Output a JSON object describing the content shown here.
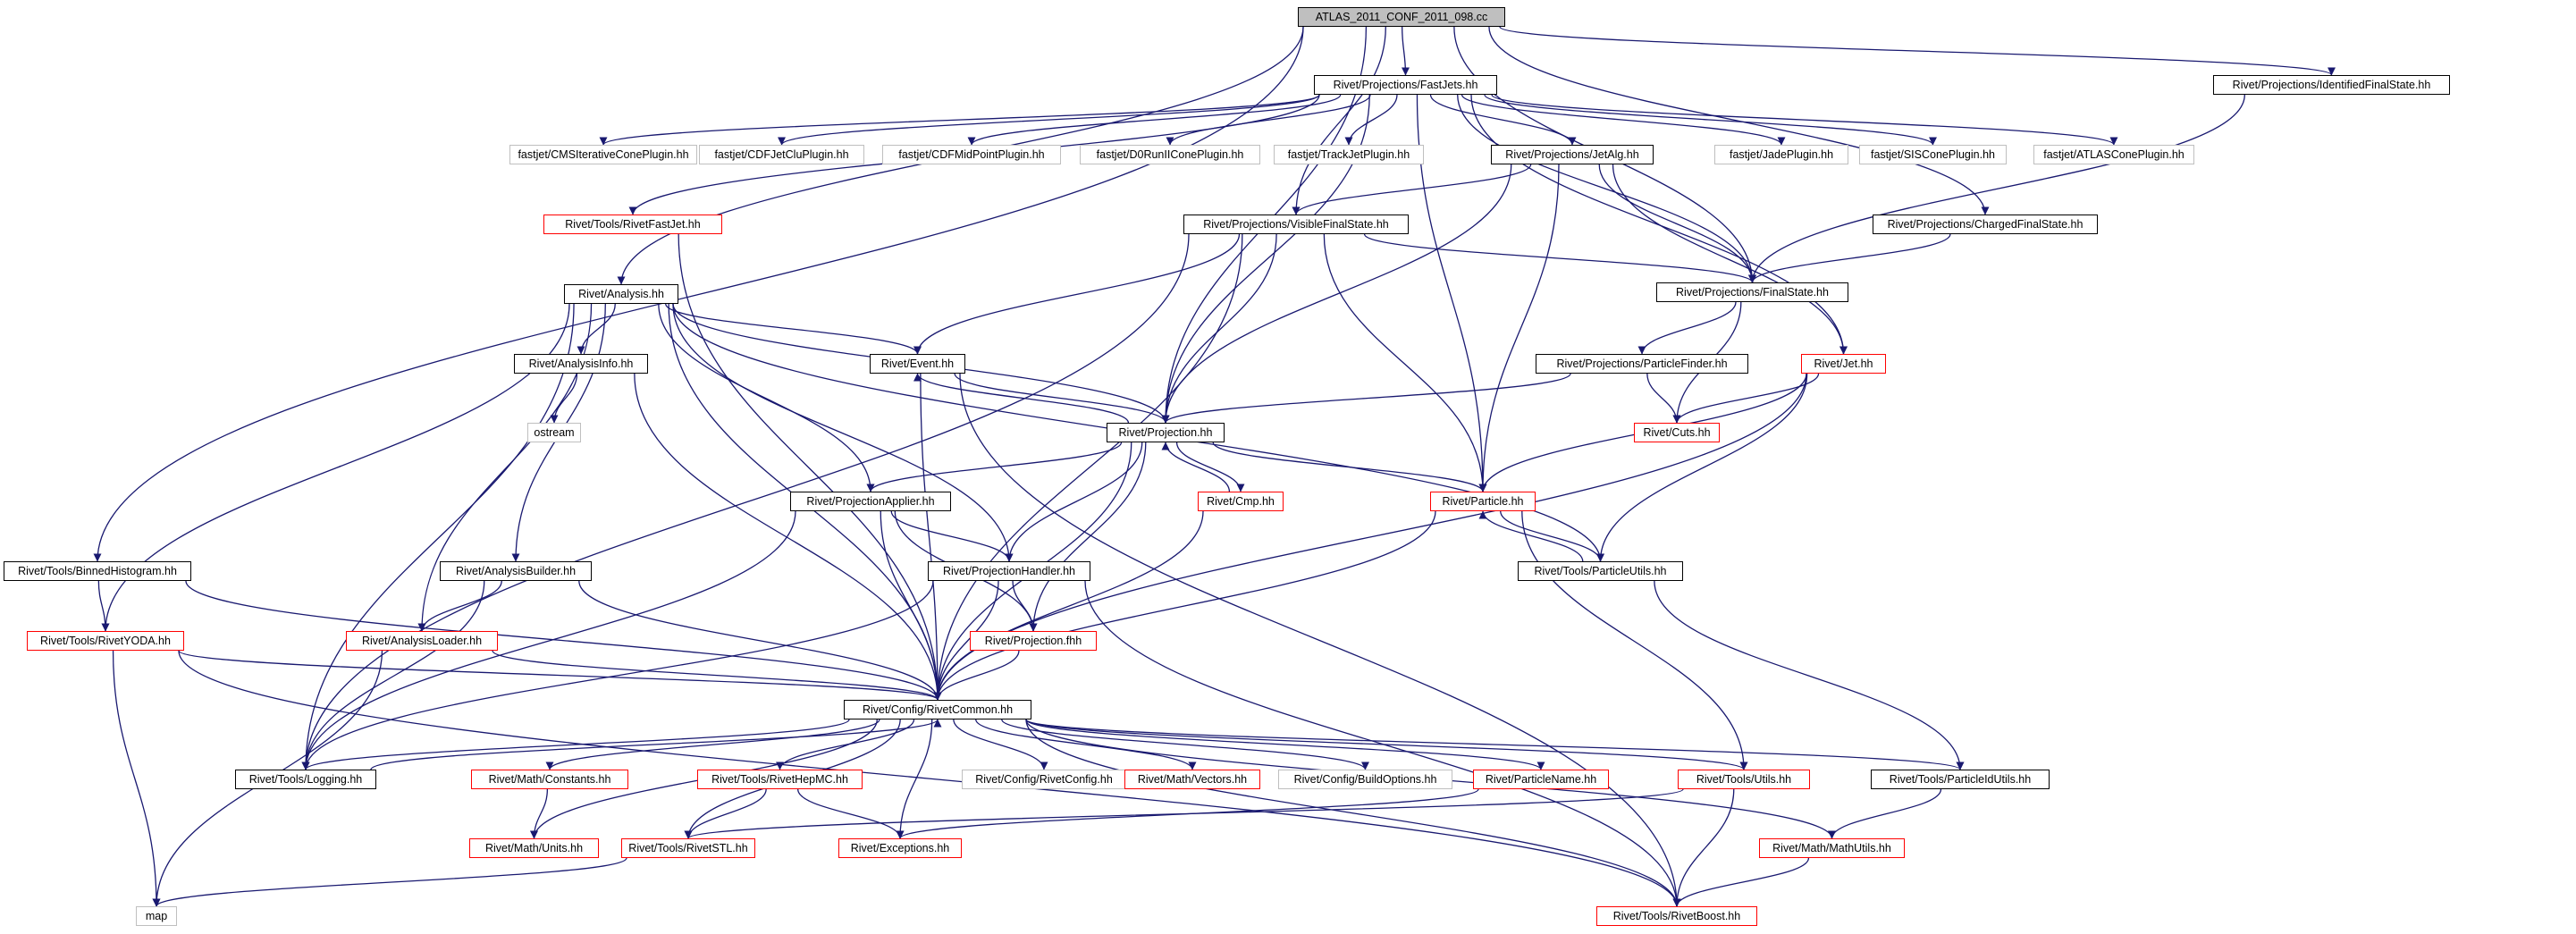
{
  "colors": {
    "edge": "#191970",
    "root_fill": "#bfbfbf",
    "border_black": "#000000",
    "border_red": "#ff0000",
    "border_gray": "#bfbfbf"
  },
  "nodes": {
    "atlas": {
      "label": "ATLAS_2011_CONF_2011_098.cc",
      "style": "root"
    },
    "fastjets": {
      "label": "Rivet/Projections/FastJets.hh",
      "style": "black"
    },
    "identfs": {
      "label": "Rivet/Projections/IdentifiedFinalState.hh",
      "style": "black"
    },
    "cms_iter": {
      "label": "fastjet/CMSIterativeConePlugin.hh",
      "style": "gray"
    },
    "cdf_jetclu": {
      "label": "fastjet/CDFJetCluPlugin.hh",
      "style": "gray"
    },
    "cdf_midpoint": {
      "label": "fastjet/CDFMidPointPlugin.hh",
      "style": "gray"
    },
    "d0run2": {
      "label": "fastjet/D0RunIIConePlugin.hh",
      "style": "gray"
    },
    "trackjet": {
      "label": "fastjet/TrackJetPlugin.hh",
      "style": "gray"
    },
    "jetalg": {
      "label": "Rivet/Projections/JetAlg.hh",
      "style": "black"
    },
    "jade": {
      "label": "fastjet/JadePlugin.hh",
      "style": "gray"
    },
    "siscone": {
      "label": "fastjet/SISConePlugin.hh",
      "style": "gray"
    },
    "atlascone": {
      "label": "fastjet/ATLASConePlugin.hh",
      "style": "gray"
    },
    "rivetfastjet": {
      "label": "Rivet/Tools/RivetFastJet.hh",
      "style": "red"
    },
    "visiblefs": {
      "label": "Rivet/Projections/VisibleFinalState.hh",
      "style": "black"
    },
    "chargedfs": {
      "label": "Rivet/Projections/ChargedFinalState.hh",
      "style": "black"
    },
    "finalstate": {
      "label": "Rivet/Projections/FinalState.hh",
      "style": "black"
    },
    "analysis": {
      "label": "Rivet/Analysis.hh",
      "style": "black"
    },
    "analysisinfo": {
      "label": "Rivet/AnalysisInfo.hh",
      "style": "black"
    },
    "event": {
      "label": "Rivet/Event.hh",
      "style": "black"
    },
    "particlefinder": {
      "label": "Rivet/Projections/ParticleFinder.hh",
      "style": "black"
    },
    "jet": {
      "label": "Rivet/Jet.hh",
      "style": "red"
    },
    "ostream": {
      "label": "ostream",
      "style": "gray"
    },
    "projection": {
      "label": "Rivet/Projection.hh",
      "style": "black"
    },
    "cuts": {
      "label": "Rivet/Cuts.hh",
      "style": "red"
    },
    "cmp": {
      "label": "Rivet/Cmp.hh",
      "style": "red"
    },
    "projapplier": {
      "label": "Rivet/ProjectionApplier.hh",
      "style": "black"
    },
    "particle": {
      "label": "Rivet/Particle.hh",
      "style": "red"
    },
    "binnedhisto": {
      "label": "Rivet/Tools/BinnedHistogram.hh",
      "style": "black"
    },
    "analysisbuilder": {
      "label": "Rivet/AnalysisBuilder.hh",
      "style": "black"
    },
    "projhandler": {
      "label": "Rivet/ProjectionHandler.hh",
      "style": "black"
    },
    "particleutils": {
      "label": "Rivet/Tools/ParticleUtils.hh",
      "style": "black"
    },
    "rivetyoda": {
      "label": "Rivet/Tools/RivetYODA.hh",
      "style": "red"
    },
    "analysisloader": {
      "label": "Rivet/AnalysisLoader.hh",
      "style": "red"
    },
    "projfhh": {
      "label": "Rivet/Projection.fhh",
      "style": "red"
    },
    "rivetcommon": {
      "label": "Rivet/Config/RivetCommon.hh",
      "style": "black"
    },
    "logging": {
      "label": "Rivet/Tools/Logging.hh",
      "style": "black"
    },
    "constants": {
      "label": "Rivet/Math/Constants.hh",
      "style": "red"
    },
    "rivethepmc": {
      "label": "Rivet/Tools/RivetHepMC.hh",
      "style": "red"
    },
    "rivetconfig": {
      "label": "Rivet/Config/RivetConfig.hh",
      "style": "gray"
    },
    "vectors": {
      "label": "Rivet/Math/Vectors.hh",
      "style": "red"
    },
    "buildoptions": {
      "label": "Rivet/Config/BuildOptions.hh",
      "style": "gray"
    },
    "particlename": {
      "label": "Rivet/ParticleName.hh",
      "style": "red"
    },
    "utils": {
      "label": "Rivet/Tools/Utils.hh",
      "style": "red"
    },
    "particleidutils": {
      "label": "Rivet/Tools/ParticleIdUtils.hh",
      "style": "black"
    },
    "units": {
      "label": "Rivet/Math/Units.hh",
      "style": "red"
    },
    "rivetstl": {
      "label": "Rivet/Tools/RivetSTL.hh",
      "style": "red"
    },
    "exceptions": {
      "label": "Rivet/Exceptions.hh",
      "style": "red"
    },
    "mathutils": {
      "label": "Rivet/Math/MathUtils.hh",
      "style": "red"
    },
    "map": {
      "label": "map",
      "style": "gray"
    },
    "rivetboost": {
      "label": "Rivet/Tools/RivetBoost.hh",
      "style": "red"
    }
  },
  "edges": [
    [
      "atlas",
      "fastjets"
    ],
    [
      "atlas",
      "identfs"
    ],
    [
      "atlas",
      "binnedhisto"
    ],
    [
      "atlas",
      "analysis"
    ],
    [
      "atlas",
      "projection"
    ],
    [
      "atlas",
      "finalstate"
    ],
    [
      "atlas",
      "chargedfs"
    ],
    [
      "atlas",
      "visiblefs"
    ],
    [
      "fastjets",
      "cms_iter"
    ],
    [
      "fastjets",
      "cdf_jetclu"
    ],
    [
      "fastjets",
      "cdf_midpoint"
    ],
    [
      "fastjets",
      "d0run2"
    ],
    [
      "fastjets",
      "trackjet"
    ],
    [
      "fastjets",
      "jetalg"
    ],
    [
      "fastjets",
      "jade"
    ],
    [
      "fastjets",
      "siscone"
    ],
    [
      "fastjets",
      "atlascone"
    ],
    [
      "fastjets",
      "rivetfastjet"
    ],
    [
      "fastjets",
      "finalstate"
    ],
    [
      "fastjets",
      "particle"
    ],
    [
      "fastjets",
      "jet"
    ],
    [
      "fastjets",
      "projection"
    ],
    [
      "identfs",
      "finalstate"
    ],
    [
      "chargedfs",
      "finalstate"
    ],
    [
      "jetalg",
      "visiblefs"
    ],
    [
      "jetalg",
      "finalstate"
    ],
    [
      "jetalg",
      "projection"
    ],
    [
      "jetalg",
      "particle"
    ],
    [
      "jetalg",
      "jet"
    ],
    [
      "visiblefs",
      "finalstate"
    ],
    [
      "visiblefs",
      "event"
    ],
    [
      "visiblefs",
      "projection"
    ],
    [
      "visiblefs",
      "particle"
    ],
    [
      "visiblefs",
      "rivetcommon"
    ],
    [
      "visiblefs",
      "logging"
    ],
    [
      "finalstate",
      "particlefinder"
    ],
    [
      "finalstate",
      "cuts"
    ],
    [
      "rivetfastjet",
      "rivetcommon"
    ],
    [
      "analysis",
      "analysisinfo"
    ],
    [
      "analysis",
      "event"
    ],
    [
      "analysis",
      "projection"
    ],
    [
      "analysis",
      "projapplier"
    ],
    [
      "analysis",
      "projhandler"
    ],
    [
      "analysis",
      "analysisbuilder"
    ],
    [
      "analysis",
      "analysisloader"
    ],
    [
      "analysis",
      "rivetyoda"
    ],
    [
      "analysis",
      "logging"
    ],
    [
      "analysis",
      "rivetcommon"
    ],
    [
      "analysis",
      "particleutils"
    ],
    [
      "analysisinfo",
      "ostream"
    ],
    [
      "analysisinfo",
      "rivetcommon"
    ],
    [
      "event",
      "projection"
    ],
    [
      "event",
      "rivetcommon"
    ],
    [
      "event",
      "rivetboost"
    ],
    [
      "particlefinder",
      "projection"
    ],
    [
      "particlefinder",
      "cuts"
    ],
    [
      "jet",
      "cuts"
    ],
    [
      "jet",
      "particle"
    ],
    [
      "jet",
      "particleutils"
    ],
    [
      "jet",
      "rivetcommon"
    ],
    [
      "projection",
      "event"
    ],
    [
      "projection",
      "projapplier"
    ],
    [
      "projection",
      "projhandler"
    ],
    [
      "projection",
      "cmp"
    ],
    [
      "projection",
      "projfhh"
    ],
    [
      "projection",
      "rivetcommon"
    ],
    [
      "projection",
      "particle"
    ],
    [
      "cmp",
      "projection"
    ],
    [
      "cmp",
      "rivetcommon"
    ],
    [
      "projapplier",
      "projhandler"
    ],
    [
      "projapplier",
      "projfhh"
    ],
    [
      "projapplier",
      "rivetcommon"
    ],
    [
      "projapplier",
      "logging"
    ],
    [
      "particle",
      "particleutils"
    ],
    [
      "particle",
      "rivetcommon"
    ],
    [
      "particle",
      "utils"
    ],
    [
      "particleutils",
      "particle"
    ],
    [
      "particleutils",
      "particleidutils"
    ],
    [
      "binnedhisto",
      "rivetyoda"
    ],
    [
      "binnedhisto",
      "rivetcommon"
    ],
    [
      "analysisbuilder",
      "analysisloader"
    ],
    [
      "analysisbuilder",
      "logging"
    ],
    [
      "analysisbuilder",
      "rivetcommon"
    ],
    [
      "projhandler",
      "projfhh"
    ],
    [
      "projhandler",
      "rivetcommon"
    ],
    [
      "projhandler",
      "logging"
    ],
    [
      "projhandler",
      "rivetboost"
    ],
    [
      "rivetyoda",
      "rivetcommon"
    ],
    [
      "rivetyoda",
      "map"
    ],
    [
      "rivetyoda",
      "rivetboost"
    ],
    [
      "analysisloader",
      "rivetcommon"
    ],
    [
      "analysisloader",
      "map"
    ],
    [
      "projfhh",
      "rivetcommon"
    ],
    [
      "rivetcommon",
      "logging"
    ],
    [
      "rivetcommon",
      "constants"
    ],
    [
      "rivetcommon",
      "rivethepmc"
    ],
    [
      "rivetcommon",
      "rivetconfig"
    ],
    [
      "rivetcommon",
      "vectors"
    ],
    [
      "rivetcommon",
      "buildoptions"
    ],
    [
      "rivetcommon",
      "particlename"
    ],
    [
      "rivetcommon",
      "utils"
    ],
    [
      "rivetcommon",
      "particleidutils"
    ],
    [
      "rivetcommon",
      "units"
    ],
    [
      "rivetcommon",
      "rivetstl"
    ],
    [
      "rivetcommon",
      "exceptions"
    ],
    [
      "rivetcommon",
      "mathutils"
    ],
    [
      "rivetcommon",
      "rivetboost"
    ],
    [
      "logging",
      "rivetcommon"
    ],
    [
      "constants",
      "units"
    ],
    [
      "rivethepmc",
      "rivetstl"
    ],
    [
      "rivethepmc",
      "exceptions"
    ],
    [
      "particlename",
      "exceptions"
    ],
    [
      "utils",
      "rivetstl"
    ],
    [
      "utils",
      "rivetboost"
    ],
    [
      "particleidutils",
      "mathutils"
    ],
    [
      "mathutils",
      "rivetboost"
    ],
    [
      "rivetstl",
      "map"
    ]
  ]
}
